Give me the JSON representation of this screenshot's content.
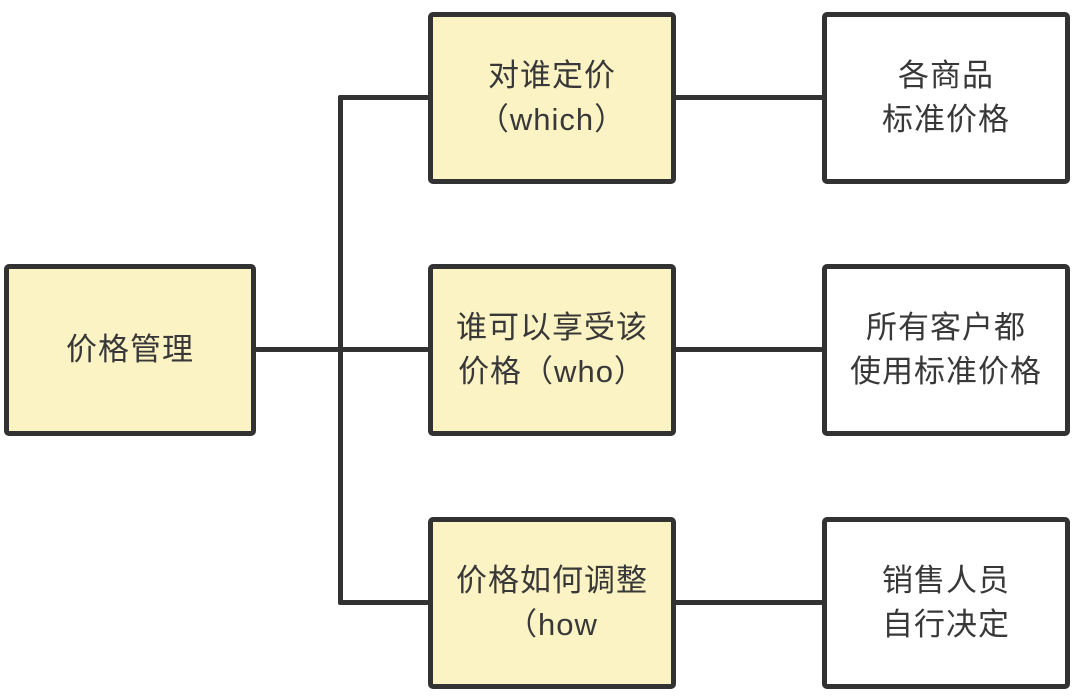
{
  "colors": {
    "background": "#FFFFFF",
    "node_fill_yellow": "#FBF3C4",
    "node_fill_white": "#FFFFFF",
    "connector_and_border": "#323232",
    "text": "#383838"
  },
  "diagram": {
    "type": "flowchart",
    "root": {
      "lines": [
        "价格管理"
      ]
    },
    "questions": [
      {
        "lines": [
          "对谁定价",
          "（which）"
        ]
      },
      {
        "lines": [
          "谁可以享受该",
          "价格（who）"
        ]
      },
      {
        "lines": [
          "价格如何调整",
          "（how"
        ]
      }
    ],
    "answers": [
      {
        "lines": [
          "各商品",
          "标准价格"
        ]
      },
      {
        "lines": [
          "所有客户都",
          "使用标准价格"
        ]
      },
      {
        "lines": [
          "销售人员",
          "自行决定"
        ]
      }
    ]
  }
}
